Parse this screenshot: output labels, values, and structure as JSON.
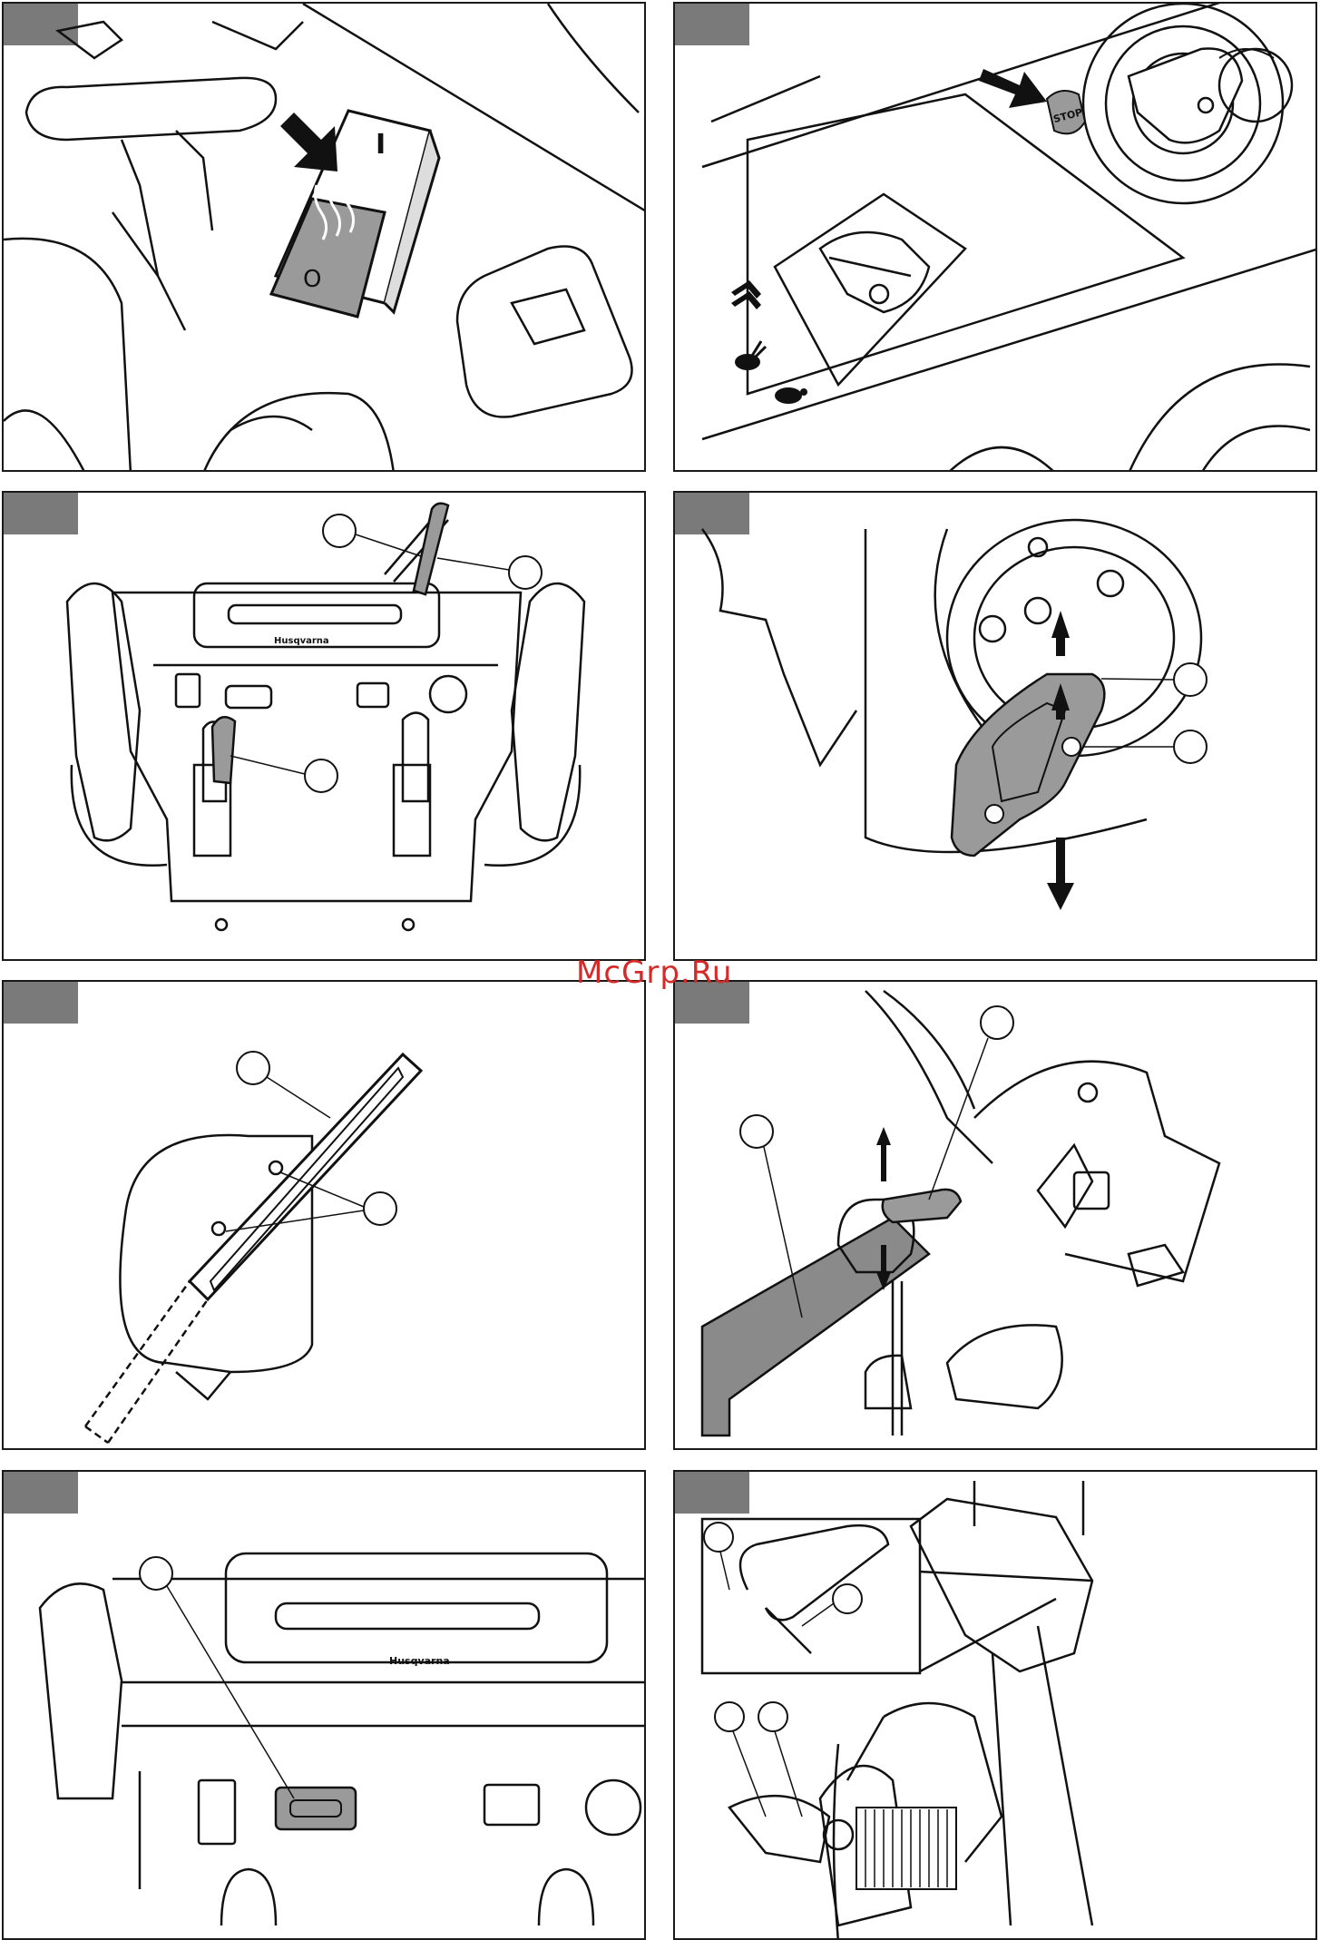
{
  "watermark": "McGrp.Ru",
  "panels": [
    {
      "id": "p1",
      "symbols": {
        "switch_on": "I",
        "switch_off": "O"
      }
    },
    {
      "id": "p2",
      "symbols": {
        "stop": "STOP"
      }
    },
    {
      "id": "p3",
      "callouts": 3,
      "brand": "Husqvarna"
    },
    {
      "id": "p4",
      "callouts": 2
    },
    {
      "id": "p5",
      "callouts": 2
    },
    {
      "id": "p6",
      "callouts": 2
    },
    {
      "id": "p7",
      "callouts": 1,
      "brand": "Husqvarna"
    },
    {
      "id": "p8",
      "callouts": 4
    }
  ],
  "icons": [
    "arrow-icon",
    "rabbit-icon",
    "turtle-icon",
    "key-icon",
    "stop-icon"
  ]
}
